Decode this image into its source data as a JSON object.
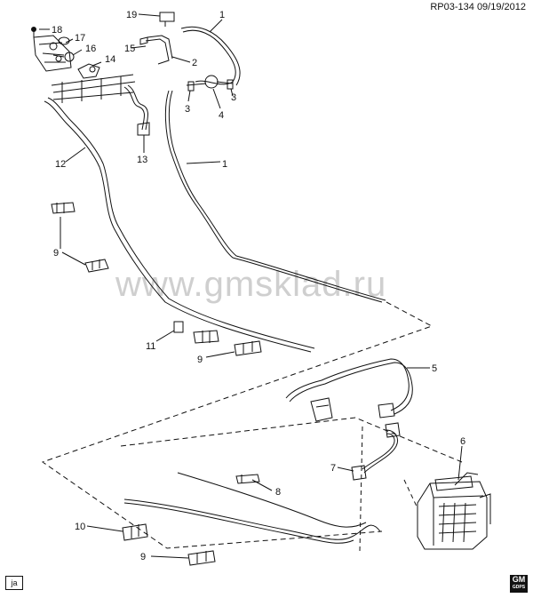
{
  "header": {
    "code": "RP03-134",
    "date": "09/19/2012"
  },
  "watermark": "www.gmsklad.ru",
  "tag": "ja",
  "logo": {
    "top": "GM",
    "bottom": "GDPS"
  },
  "callouts": [
    {
      "id": "c19",
      "text": "19"
    },
    {
      "id": "c1a",
      "text": "1"
    },
    {
      "id": "c18",
      "text": "18"
    },
    {
      "id": "c17",
      "text": "17"
    },
    {
      "id": "c16",
      "text": "16"
    },
    {
      "id": "c15",
      "text": "15"
    },
    {
      "id": "c14",
      "text": "14"
    },
    {
      "id": "c2",
      "text": "2"
    },
    {
      "id": "c3a",
      "text": "3"
    },
    {
      "id": "c3b",
      "text": "3"
    },
    {
      "id": "c4",
      "text": "4"
    },
    {
      "id": "c13",
      "text": "13"
    },
    {
      "id": "c12",
      "text": "12"
    },
    {
      "id": "c1b",
      "text": "1"
    },
    {
      "id": "c9a",
      "text": "9"
    },
    {
      "id": "c11",
      "text": "11"
    },
    {
      "id": "c9b",
      "text": "9"
    },
    {
      "id": "c5",
      "text": "5"
    },
    {
      "id": "c6",
      "text": "6"
    },
    {
      "id": "c7",
      "text": "7"
    },
    {
      "id": "c8",
      "text": "8"
    },
    {
      "id": "c10",
      "text": "10"
    },
    {
      "id": "c9c",
      "text": "9"
    }
  ]
}
